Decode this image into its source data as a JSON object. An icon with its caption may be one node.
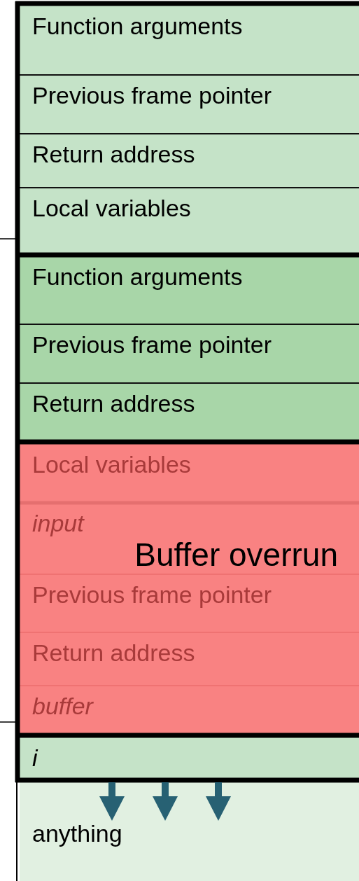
{
  "diagram": {
    "nodes": [
      {
        "text": [
          "Function arguments"
        ]
      },
      {
        "text": [
          "Previous frame pointer"
        ]
      },
      {
        "text": [
          "Return address"
        ]
      },
      {
        "text": [
          "Local variables"
        ]
      },
      {
        "text": [
          "Function arguments"
        ]
      },
      {
        "text": [
          "Previous frame pointer"
        ]
      },
      {
        "text": [
          "Return address"
        ]
      },
      {
        "text": [
          "Buffer overrun"
        ]
      },
      {
        "text": [
          "Local variables"
        ],
        "in": 7
      },
      {
        "text": [
          "input"
        ],
        "in": 7
      },
      {
        "text": [
          "Previous frame pointer"
        ],
        "in": 7
      },
      {
        "text": [
          "Return address"
        ],
        "in": 7
      },
      {
        "text": [
          "buffer"
        ],
        "in": 7
      },
      {
        "text": [
          "i"
        ]
      },
      {
        "text": [
          "anything"
        ]
      }
    ]
  }
}
